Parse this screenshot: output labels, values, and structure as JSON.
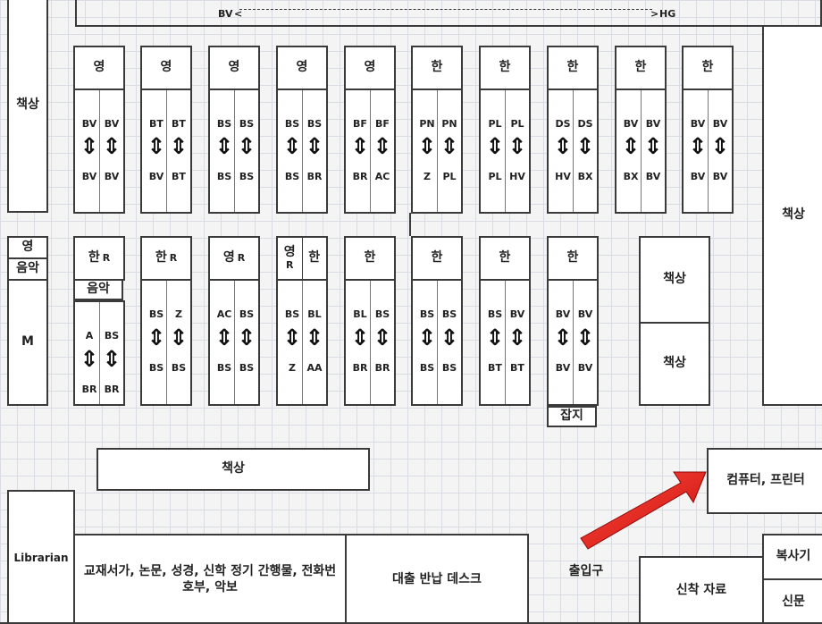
{
  "top_axis": {
    "left": "BV",
    "right": "HG"
  },
  "left_shelf": "책상",
  "right_shelf": "책상",
  "row1": [
    {
      "head": "영",
      "top": [
        "BV",
        "BV"
      ],
      "bottom": [
        "BV",
        "BV"
      ]
    },
    {
      "head": "영",
      "top": [
        "BT",
        "BT"
      ],
      "bottom": [
        "BV",
        "BT"
      ]
    },
    {
      "head": "영",
      "top": [
        "BS",
        "BS"
      ],
      "bottom": [
        "BS",
        "BS"
      ]
    },
    {
      "head": "영",
      "top": [
        "BS",
        "BS"
      ],
      "bottom": [
        "BS",
        "BR"
      ]
    },
    {
      "head": "영",
      "top": [
        "BF",
        "BF"
      ],
      "bottom": [
        "BR",
        "AC"
      ]
    },
    {
      "head": "한",
      "top": [
        "PN",
        "PN"
      ],
      "bottom": [
        "Z",
        "PL"
      ]
    },
    {
      "head": "한",
      "top": [
        "PL",
        "PL"
      ],
      "bottom": [
        "PL",
        "HV"
      ]
    },
    {
      "head": "한",
      "top": [
        "DS",
        "DS"
      ],
      "bottom": [
        "HV",
        "BX"
      ]
    },
    {
      "head": "한",
      "top": [
        "BV",
        "BV"
      ],
      "bottom": [
        "BX",
        "BV"
      ]
    },
    {
      "head": "한",
      "top": [
        "BV",
        "BV"
      ],
      "bottom": [
        "BV",
        "BV"
      ]
    }
  ],
  "row2": [
    {
      "head": "한",
      "suffix": "R",
      "top": [
        "A",
        "BS"
      ],
      "bottom": [
        "BR",
        "BR"
      ]
    },
    {
      "head": "한",
      "suffix": "R",
      "top": [
        "BS",
        "Z"
      ],
      "bottom": [
        "BS",
        "BS"
      ]
    },
    {
      "head": "영",
      "suffix": "R",
      "top": [
        "AC",
        "BS"
      ],
      "bottom": [
        "BS",
        "BS"
      ]
    },
    {
      "head": "영",
      "suffix": "R",
      "head2": "한",
      "top": [
        "BS",
        "BL"
      ],
      "bottom": [
        "Z",
        "AA"
      ]
    },
    {
      "head": "한",
      "top": [
        "BL",
        "BS"
      ],
      "bottom": [
        "BR",
        "BR"
      ]
    },
    {
      "head": "한",
      "top": [
        "BS",
        "BS"
      ],
      "bottom": [
        "BS",
        "BS"
      ]
    },
    {
      "head": "한",
      "top": [
        "BS",
        "BV"
      ],
      "bottom": [
        "BT",
        "BT"
      ]
    },
    {
      "head": "한",
      "top": [
        "BV",
        "BV"
      ],
      "bottom": [
        "BV",
        "BV"
      ]
    }
  ],
  "music_label": "음악",
  "magazine_label": "잡지",
  "left_side": {
    "yeong": "영",
    "music": "음악",
    "m": "M"
  },
  "desk_upper": "책상",
  "desk_mid": "책상",
  "desk_lower": "책상",
  "computer_label": "컴퓨터, 프린터",
  "librarian": "Librarian",
  "reserve": "교재서가, 논문, 성경, 신학 정기 간행물, 전화번호부, 악보",
  "circulation": "대출 반납 데스크",
  "entrance": "출입구",
  "new_arrivals": "신착 자료",
  "copier": "복사기",
  "newspaper": "신문"
}
